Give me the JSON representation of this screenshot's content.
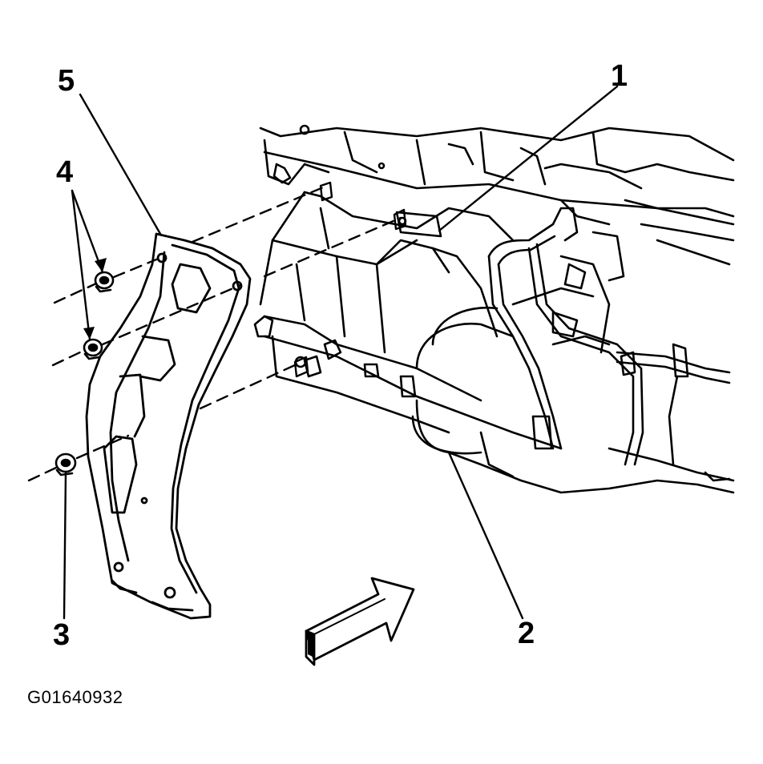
{
  "callouts": {
    "c1": "1",
    "c2": "2",
    "c3": "3",
    "c4": "4",
    "c5": "5"
  },
  "figure_id": "G01640932",
  "icons": {
    "direction_arrow": "forward-arrow-icon"
  },
  "colors": {
    "line": "#000000",
    "background": "#ffffff"
  }
}
